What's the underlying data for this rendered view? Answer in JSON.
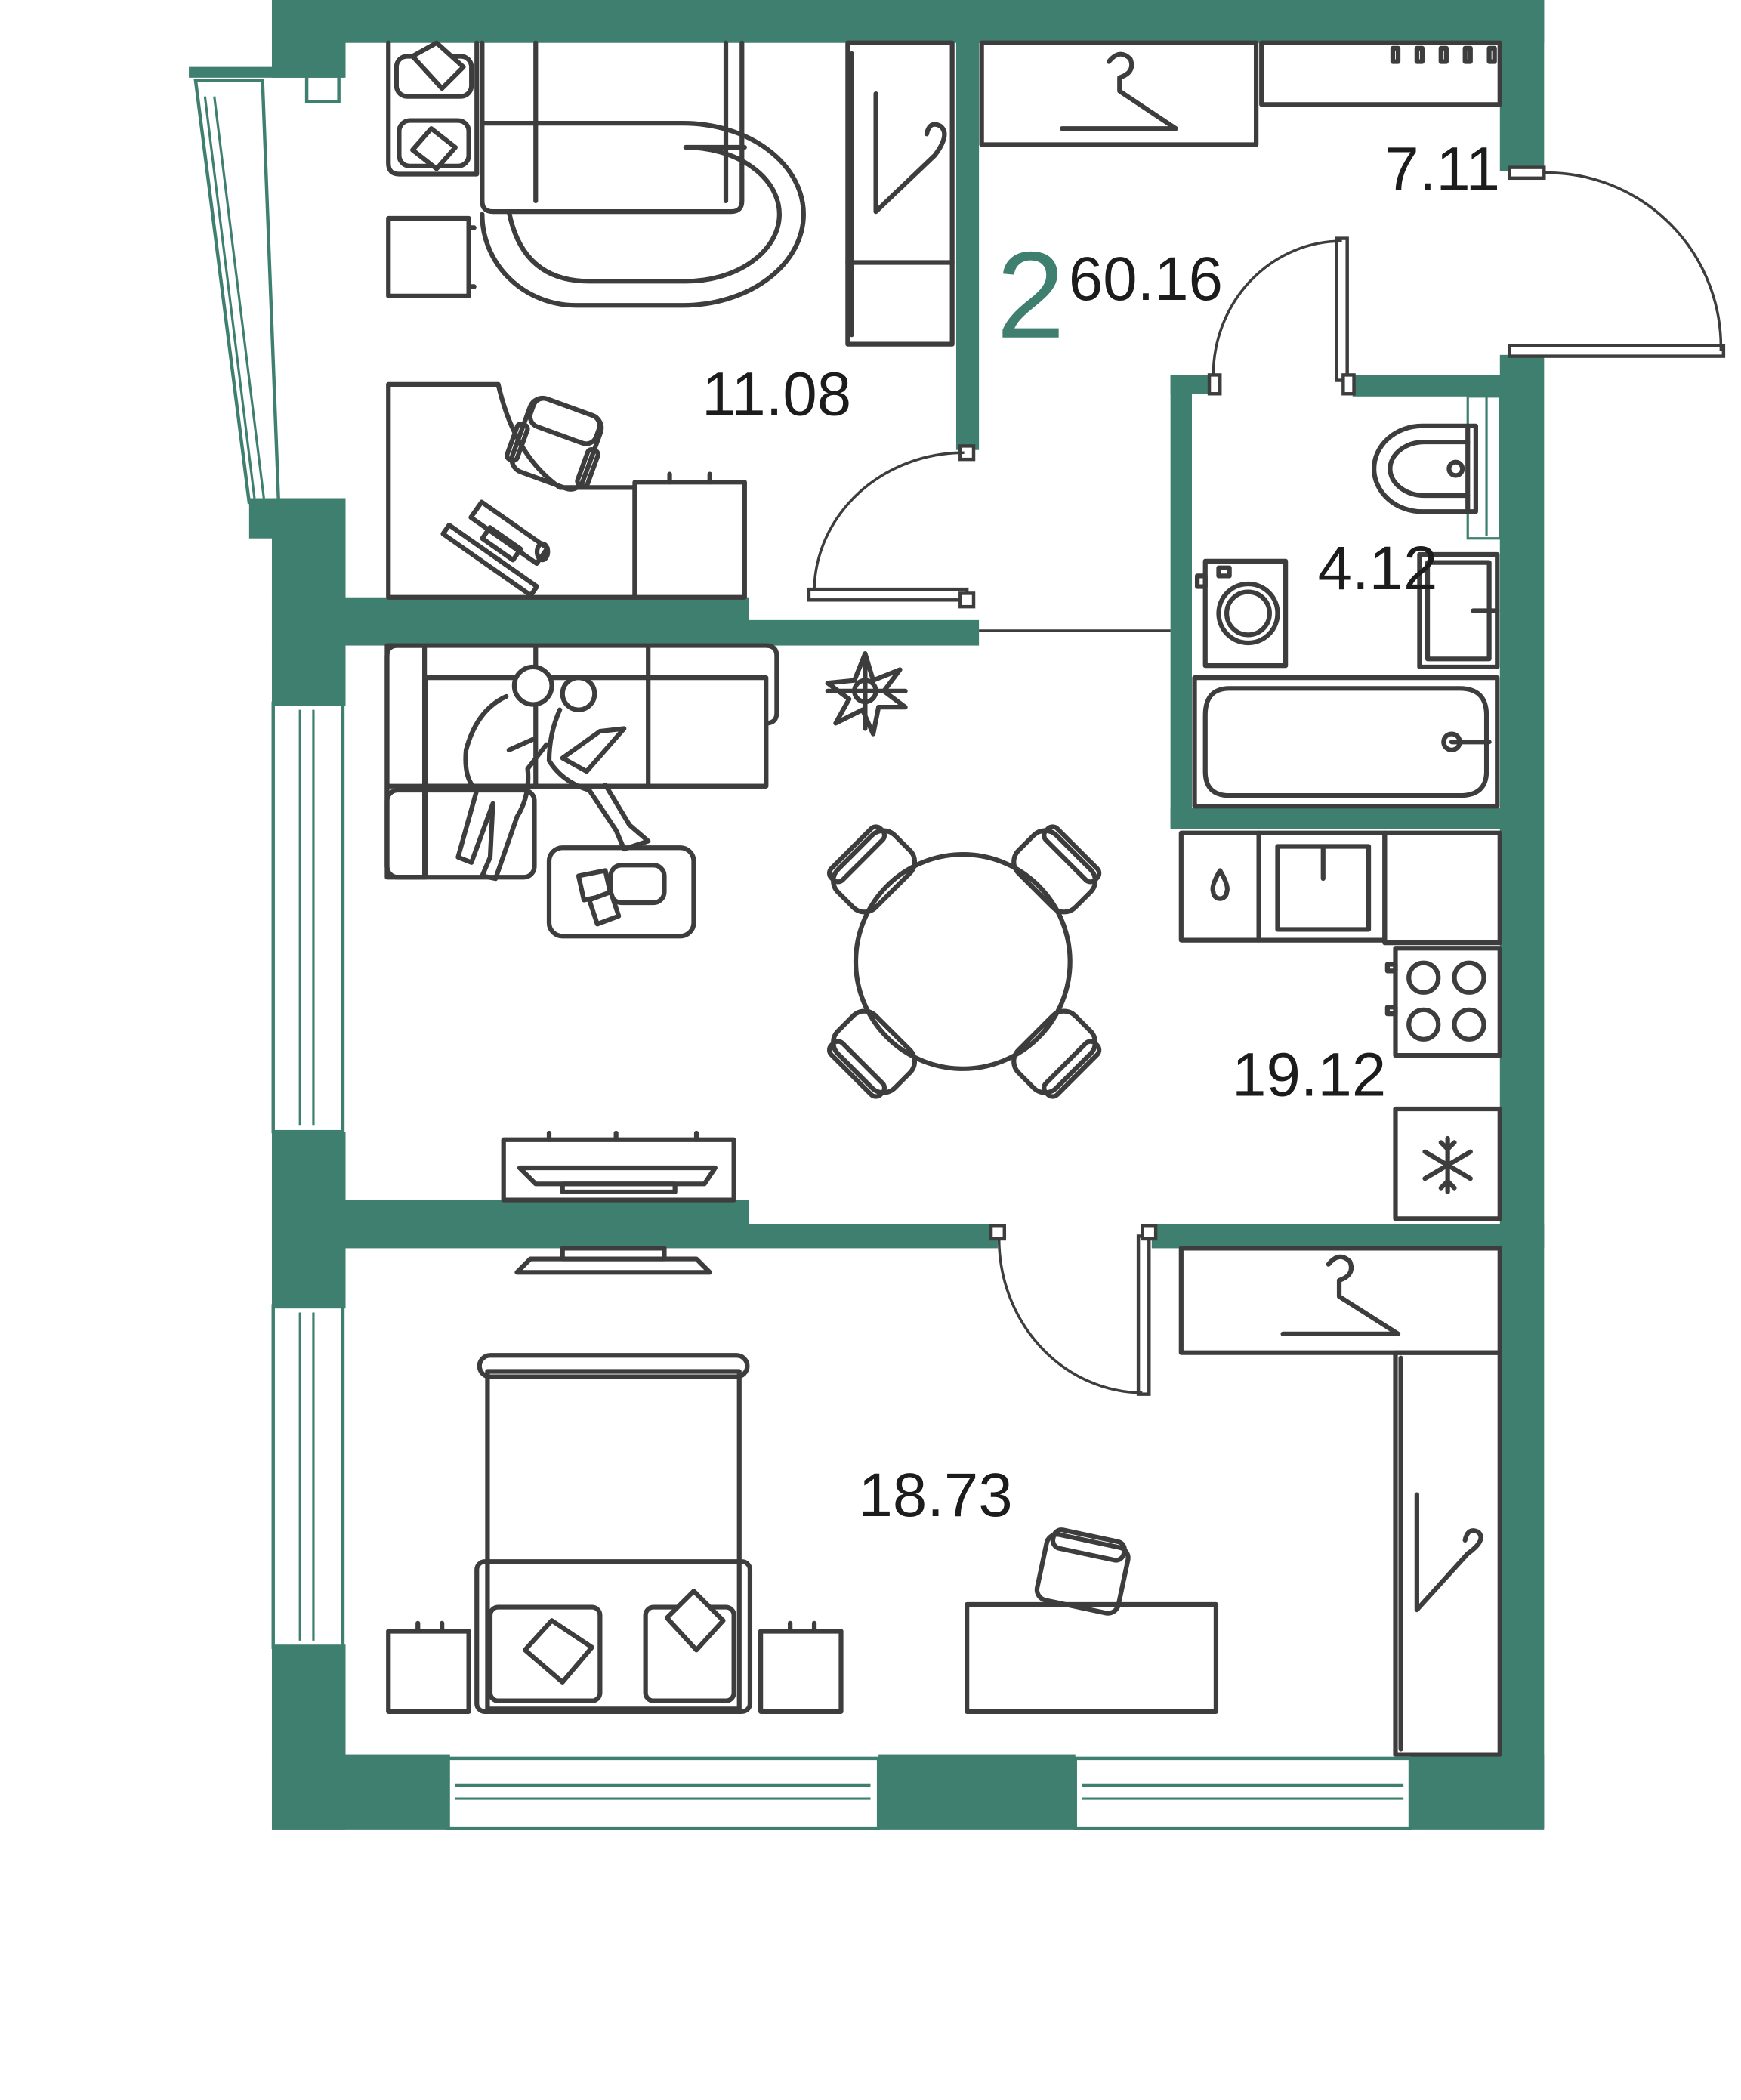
{
  "plan": {
    "room_count": "2",
    "total_area": "60.16",
    "accent_color": "#3f7f6f",
    "line_color": "#3d3d3d"
  },
  "rooms": {
    "study": {
      "area": "11.08"
    },
    "hall": {
      "area": "7.11"
    },
    "bathroom": {
      "area": "4.12"
    },
    "living_kitchen": {
      "area": "19.12"
    },
    "bedroom": {
      "area": "18.73"
    }
  },
  "icons": [
    "hanger-icon",
    "snowflake-icon",
    "water-drop-icon",
    "compass-rose-icon"
  ]
}
